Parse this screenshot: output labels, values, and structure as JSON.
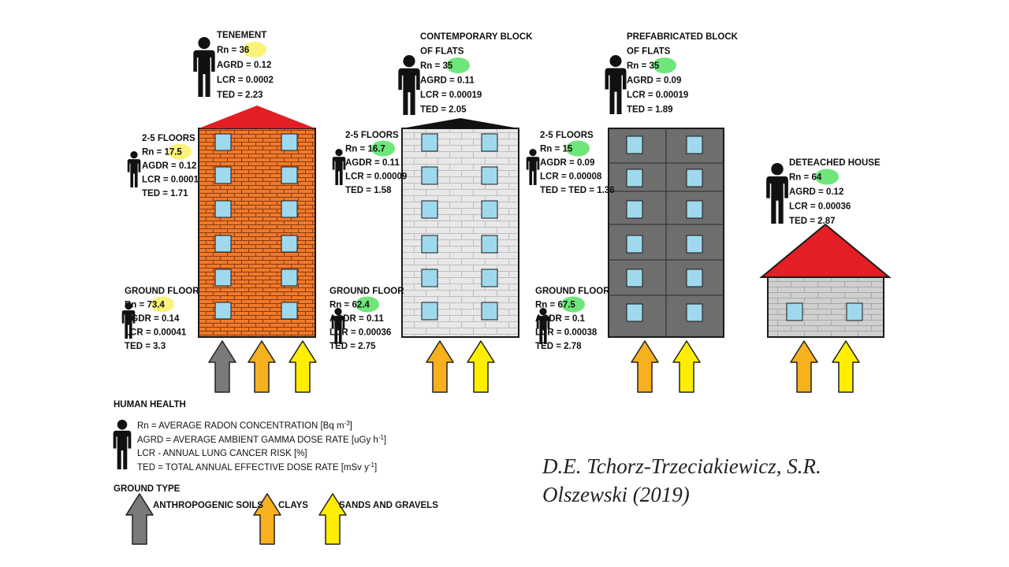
{
  "colors": {
    "tenement_wall": "#f07a2a",
    "brick_mortar": "#8a3a10",
    "block_wall": "#e8e8e8",
    "prefab_wall": "#6e6e6e",
    "house_wall": "#cfcfcf",
    "red_roof": "#e31e24",
    "black_roof": "#111111",
    "window": "#9fd9ee",
    "highlight_yellow": "#fbf27a",
    "highlight_green": "#6ee67a",
    "arrow_gray": "#7a7a7a",
    "arrow_orange": "#f7b01e",
    "arrow_yellow": "#ffee00"
  },
  "icons": {
    "person": "person-icon",
    "arrow": "up-arrow-icon"
  },
  "buildings": {
    "tenement": {
      "top": {
        "title": [
          "TENEMENT"
        ],
        "rn_label": "Rn = ",
        "rn": "36",
        "rn_highlight": "yellow",
        "agrd": "AGRD = 0.12",
        "lcr": "LCR = 0.0002",
        "ted": "TED = 2.23"
      },
      "mid": {
        "title": "2-5 FLOORS",
        "rn_label": "Rn = ",
        "rn": "17.5",
        "rn_highlight": "yellow",
        "agrd": "AGDR = 0.12",
        "lcr": "LCR = 0.0001",
        "ted": "TED = 1.71"
      },
      "ground": {
        "title": "GROUND FLOOR",
        "rn_label": "Rn = ",
        "rn": "73.4",
        "rn_highlight": "yellow",
        "agrd": "AGDR = 0.14",
        "lcr": "LCR = 0.00041",
        "ted": "TED = 3.3"
      },
      "arrows": [
        "anthropogenic",
        "clays",
        "sands"
      ]
    },
    "contemporary": {
      "top": {
        "title": [
          "CONTEMPORARY BLOCK",
          "OF FLATS"
        ],
        "rn_label": "Rn = ",
        "rn": "35",
        "rn_highlight": "green",
        "agrd": "AGRD = 0.11",
        "lcr": "LCR = 0.00019",
        "ted": "TED = 2.05"
      },
      "mid": {
        "title": "2-5 FLOORS",
        "rn_label": "Rn = ",
        "rn": "16.7",
        "rn_highlight": "green",
        "agrd": "AGDR = 0.11",
        "lcr": "LCR = 0.00009",
        "ted": "TED = 1.58"
      },
      "ground": {
        "title": "GROUND FLOOR",
        "rn_label": "Rn = ",
        "rn": "62.4",
        "rn_highlight": "green",
        "agrd": "AGDR = 0.11",
        "lcr": "LCR = 0.00036",
        "ted": "TED = 2.75"
      },
      "arrows": [
        "clays",
        "sands"
      ]
    },
    "prefabricated": {
      "top": {
        "title": [
          "PREFABRICATED BLOCK",
          "OF FLATS"
        ],
        "rn_label": "Rn = ",
        "rn": "35",
        "rn_highlight": "green",
        "agrd": "AGRD = 0.09",
        "lcr": "LCR = 0.00019",
        "ted": "TED = 1.89"
      },
      "mid": {
        "title": "2-5 FLOORS",
        "rn_label": "Rn = ",
        "rn": "15",
        "rn_highlight": "green",
        "agrd": "AGDR = 0.09",
        "lcr": "LCR = 0.00008",
        "ted": "TED = TED = 1.36"
      },
      "ground": {
        "title": "GROUND FLOOR",
        "rn_label": "Rn = ",
        "rn": "67.5",
        "rn_highlight": "green",
        "agrd": "AGDR = 0.1",
        "lcr": "LCR = 0.00038",
        "ted": "TED = 2.78"
      },
      "arrows": [
        "clays",
        "sands"
      ]
    },
    "house": {
      "top": {
        "title": [
          "DETEACHED HOUSE"
        ],
        "rn_label": "Rn = ",
        "rn": "64",
        "rn_highlight": "green",
        "agrd": "AGRD = 0.12",
        "lcr": "LCR = 0.00036",
        "ted": "TED = 2.87"
      },
      "arrows": [
        "clays",
        "sands"
      ]
    }
  },
  "legend": {
    "human_health_title": "HUMAN HEALTH",
    "rn_def": "Rn = AVERAGE RADON CONCENTRATION [Bq m",
    "rn_unit_sup": "-3",
    "rn_unit_end": "]",
    "agrd_def": "AGRD = AVERAGE AMBIENT GAMMA DOSE RATE [uGy h",
    "agrd_unit_sup": "-1",
    "agrd_unit_end": "]",
    "lcr_def": "LCR -  ANNUAL  LUNG CANCER RISK [%]",
    "ted_def": "TED = TOTAL ANNUAL EFFECTIVE DOSE RATE [mSv y",
    "ted_unit_sup": "-1",
    "ted_unit_end": "]",
    "ground_type_title": "GROUND TYPE",
    "anthropogenic": "ANTHROPOGENIC SOILS",
    "clays": "CLAYS",
    "sands": "SANDS AND GRAVELS"
  },
  "citation": "D.E. Tchorz-Trzeciakiewicz, S.R. Olszewski (2019)"
}
